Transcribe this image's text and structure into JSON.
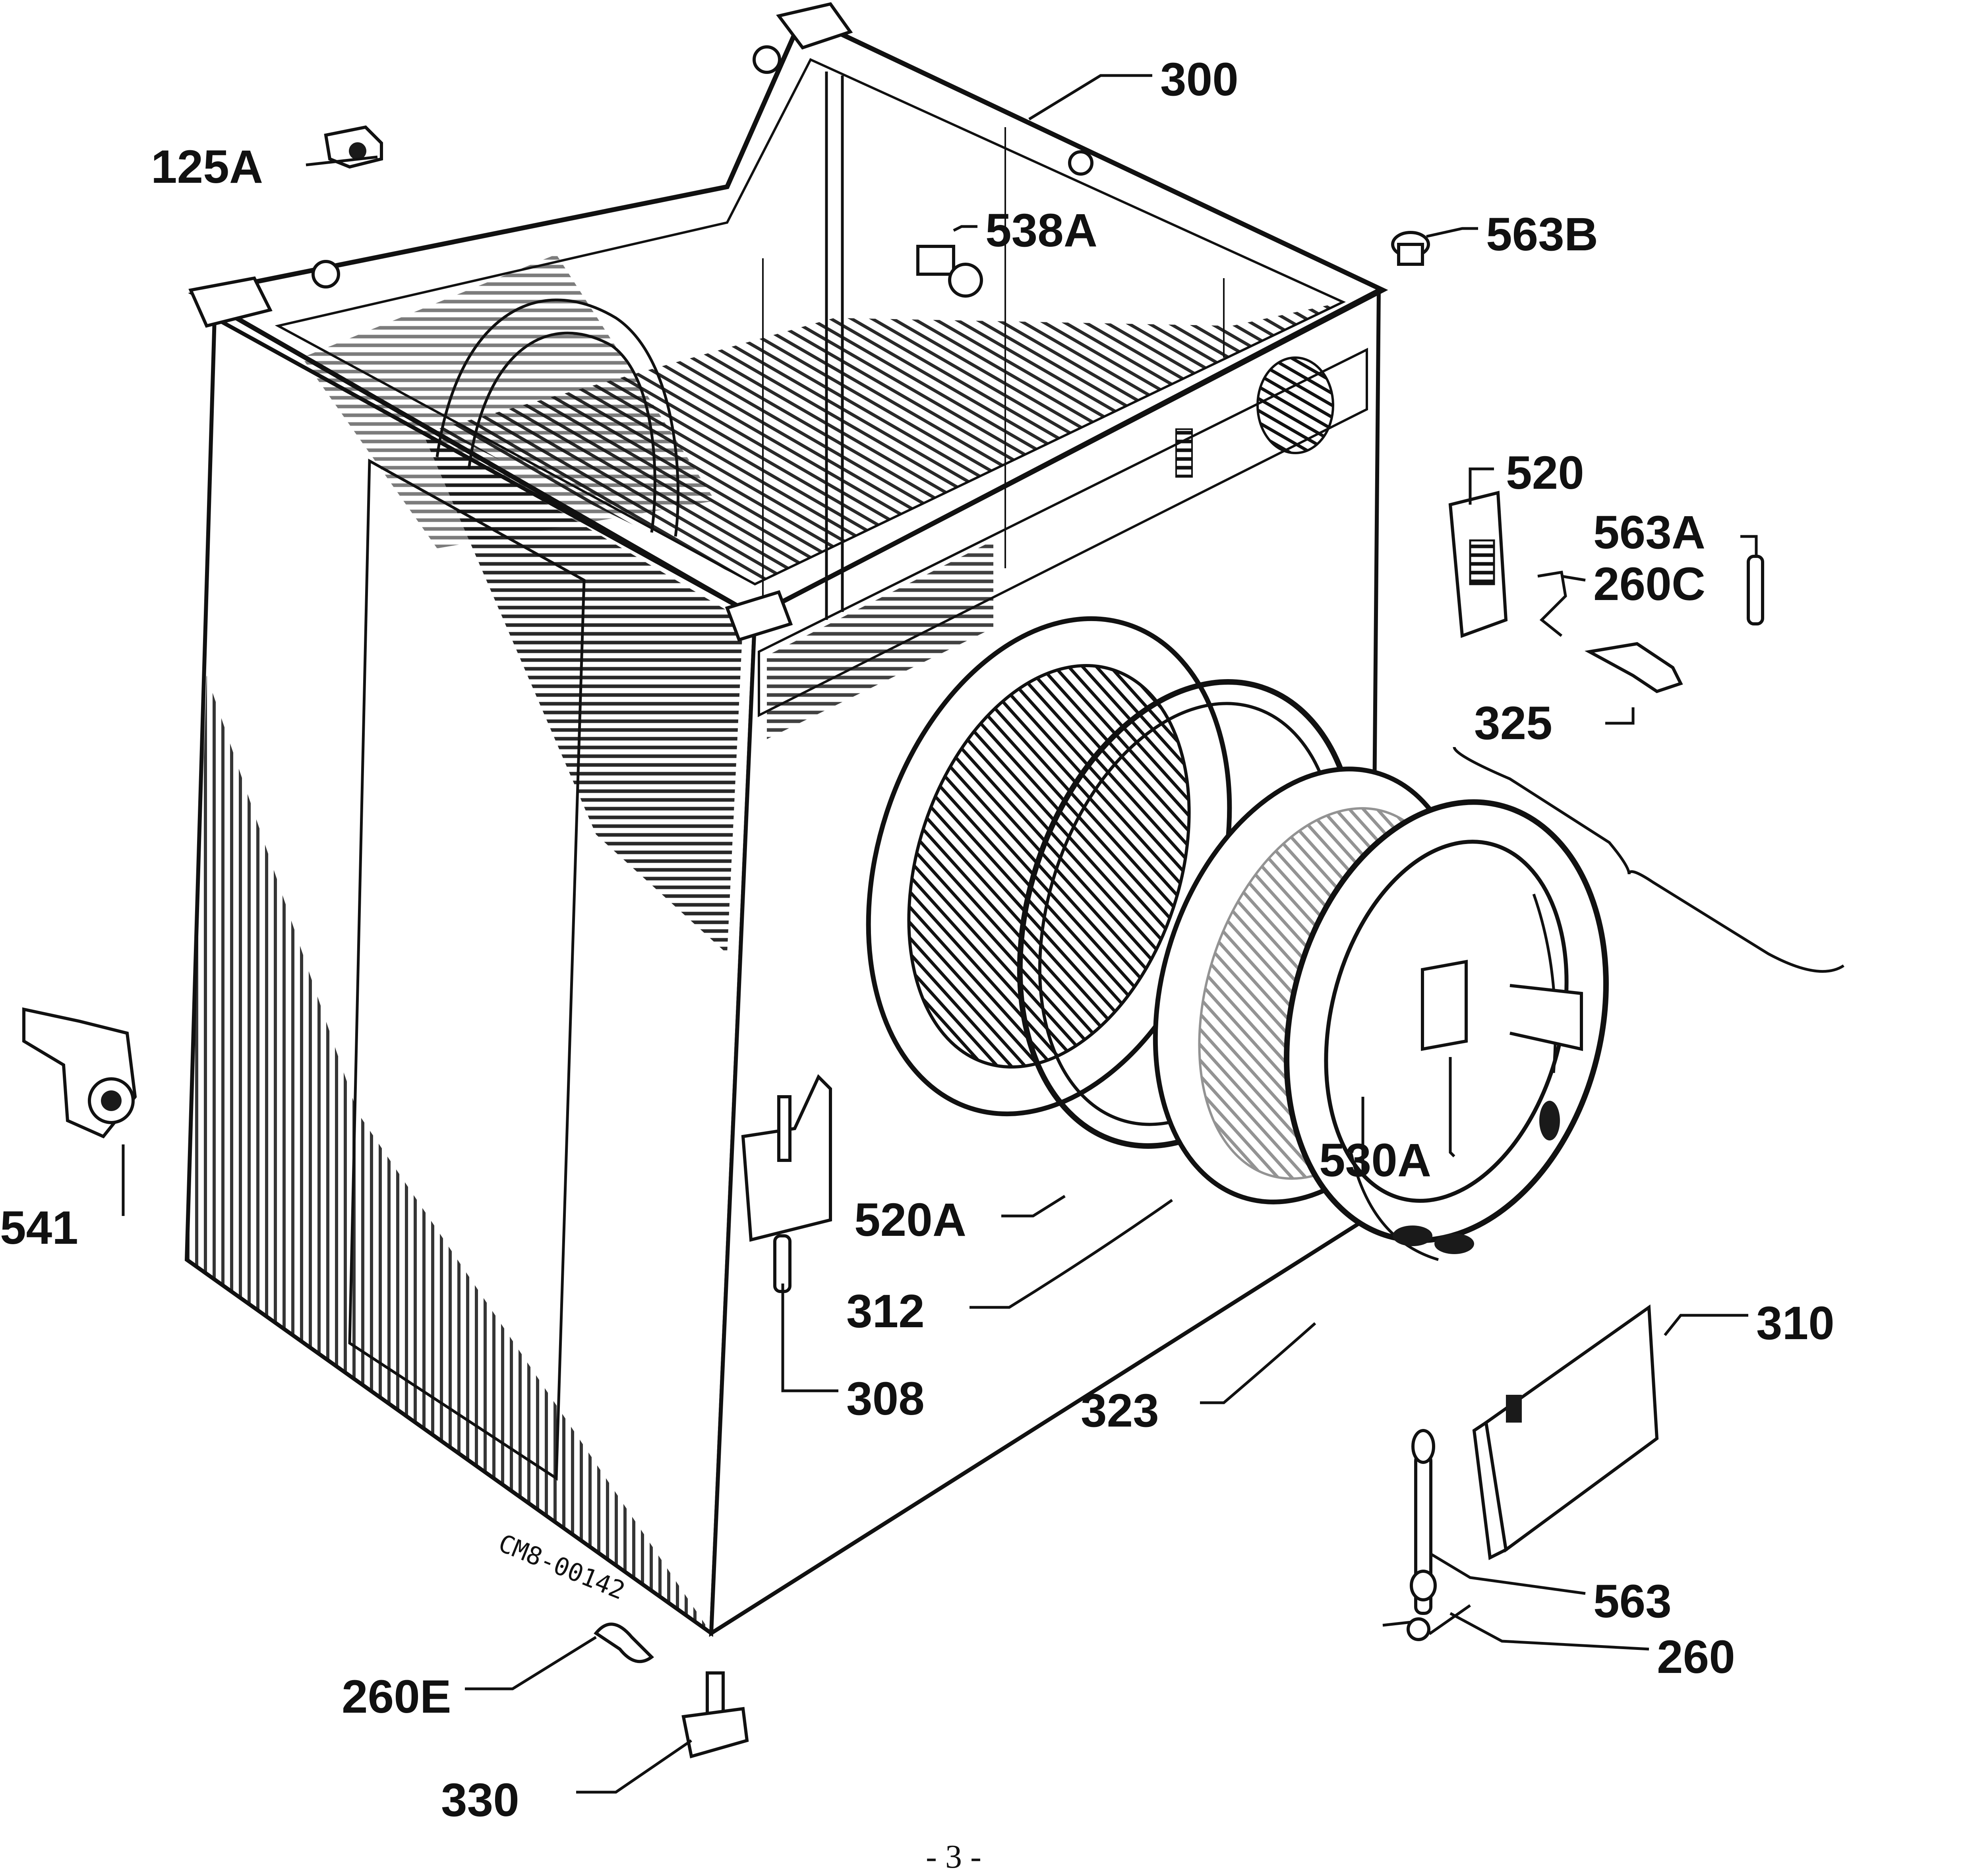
{
  "diagram": {
    "part_labels": {
      "p300": "300",
      "p125a": "125A",
      "p538a": "538A",
      "p563b": "563B",
      "p520": "520",
      "p563a": "563A",
      "p260c": "260C",
      "p325": "325",
      "p541": "541",
      "p530a": "530A",
      "p520a": "520A",
      "p312": "312",
      "p308": "308",
      "p323": "323",
      "p310": "310",
      "p563": "563",
      "p260": "260",
      "p260e": "260E",
      "p330": "330"
    },
    "drawing_code": "CM8-00142",
    "page_number": "- 3 -"
  }
}
